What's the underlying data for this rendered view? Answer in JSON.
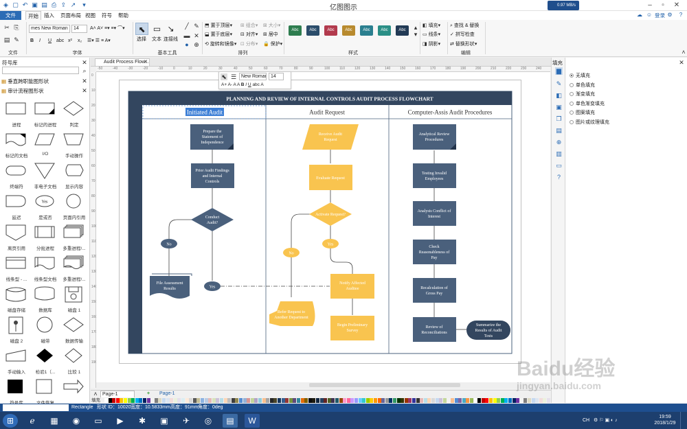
{
  "window": {
    "title": "亿图图示",
    "network_speed": "0.97 MB/s"
  },
  "menu": {
    "items": [
      "文件",
      "开始",
      "插入",
      "页面布局",
      "视图",
      "符号",
      "帮助"
    ],
    "login": "登录"
  },
  "ribbon": {
    "font_name": "mes New Roman",
    "font_size": "14",
    "group_labels": {
      "file": "文件",
      "font": "字体",
      "basic_tools": "基本工具",
      "arrange": "排列",
      "style": "样式",
      "edit": "编辑"
    },
    "tools": {
      "select": "选择",
      "text": "文本",
      "connector": "连接线"
    },
    "arrange": {
      "bring_front": "置于顶层",
      "send_back": "置于底层",
      "rotate_mirror": "旋转和镜像",
      "group": "组合",
      "align": "对齐",
      "distribute": "分布",
      "size": "大小",
      "center": "居中",
      "protect": "保护"
    },
    "style_label": "Abc",
    "style_colors": [
      "#2e7d4f",
      "#2b4d6b",
      "#b23a4d",
      "#b88a2e",
      "#2a7f8f",
      "#2a8f86",
      "#223a55"
    ],
    "fill_tools": {
      "fill": "填充",
      "line": "线条",
      "shadow": "阴影"
    },
    "edit_tools": {
      "find_replace": "查找 & 替换",
      "spell_check": "拼写检查",
      "replace_shape": "替换形状"
    }
  },
  "library": {
    "header": "符号库",
    "section1": "垂直跨职能图形状",
    "section2": "审计流程图形状",
    "shapes": [
      "进程",
      "标记的进程",
      "判定",
      "标记的文档",
      "I/O",
      "手动操作",
      "终端符",
      "非电子文档",
      "显示内容",
      "延迟",
      "是或否",
      "页面内引用",
      "离页引用",
      "分批进程",
      "多重进程/...",
      "线条型 - ...",
      "线条型文档",
      "多重进程/...",
      "磁盘存储",
      "数据库",
      "磁盘 1",
      "磁盘 2",
      "磁带",
      "数据传输",
      "手动输入",
      "检验1（...",
      "比较 1",
      "符号库",
      "文件恢复",
      ""
    ]
  },
  "document": {
    "tab_title": "Audit Process Flow..."
  },
  "mini_toolbar": {
    "font": "New Roman",
    "size": "14",
    "buttons": [
      "A+",
      "A-",
      "A",
      "A",
      "B",
      "I",
      "U",
      "abc",
      "A"
    ]
  },
  "flowchart": {
    "title": "PLANNING AND REVIEW OF INTERNAL CONTROLS AUDIT PROCESS FLOWCHART",
    "lanes": [
      "Initiated Audit",
      "Audit Request",
      "Computer-Assis Audit Procedures"
    ],
    "lane1": {
      "prepare": [
        "Prepare the",
        "Statement of",
        "Independence"
      ],
      "prior": [
        "Prior Audit Findings",
        "and Internal",
        "Controls"
      ],
      "conduct": [
        "Conduct",
        "Audit?"
      ],
      "no": "No",
      "yes": "Yes",
      "file": [
        "File Assessment",
        "Results"
      ]
    },
    "lane2": {
      "receive": [
        "Receive Audit",
        "Request"
      ],
      "evaluate": "Evaluate Request",
      "activate": "Activate Request?",
      "yes": "Yes",
      "no": "No",
      "notify": [
        "Notify Affected",
        "Auditee"
      ],
      "refer": [
        "Refer Request to",
        "Another Department"
      ],
      "begin": [
        "Begin Preliminary",
        "Survey"
      ]
    },
    "lane3": {
      "analytical": [
        "Analytical Review",
        "Procedures"
      ],
      "testing": [
        "Testing Invalid",
        "Employees"
      ],
      "conflict": [
        "Analysis Conflict of",
        "Interest"
      ],
      "check": [
        "Check",
        "Reasonableness of",
        "Pay"
      ],
      "recalc": [
        "Recalculation of",
        "Gross Pay"
      ],
      "review": [
        "Review of",
        "Reconciliations"
      ],
      "summarize": [
        "Summarize the",
        "Results of Audit",
        "Tests"
      ]
    }
  },
  "fill_panel": {
    "title": "填充",
    "options": [
      "无填充",
      "单色填充",
      "渐变填充",
      "单色渐变填充",
      "图案填充",
      "图片或纹理填充"
    ]
  },
  "pages": {
    "tab1": "Page-1",
    "tab2": "Page-1"
  },
  "palette_label": "填充",
  "status": {
    "shape": "Rectangle",
    "shape_id": "形状 ID：10020",
    "width": "宽度：10.5833mm",
    "height": "高度：91mm",
    "angle": "角度：0deg"
  },
  "taskbar": {
    "time": "19:59",
    "date": "2018/1/29",
    "lang": "CH"
  },
  "watermark": "Baidu经验",
  "watermark_url": "jingyan.baidu.com"
}
